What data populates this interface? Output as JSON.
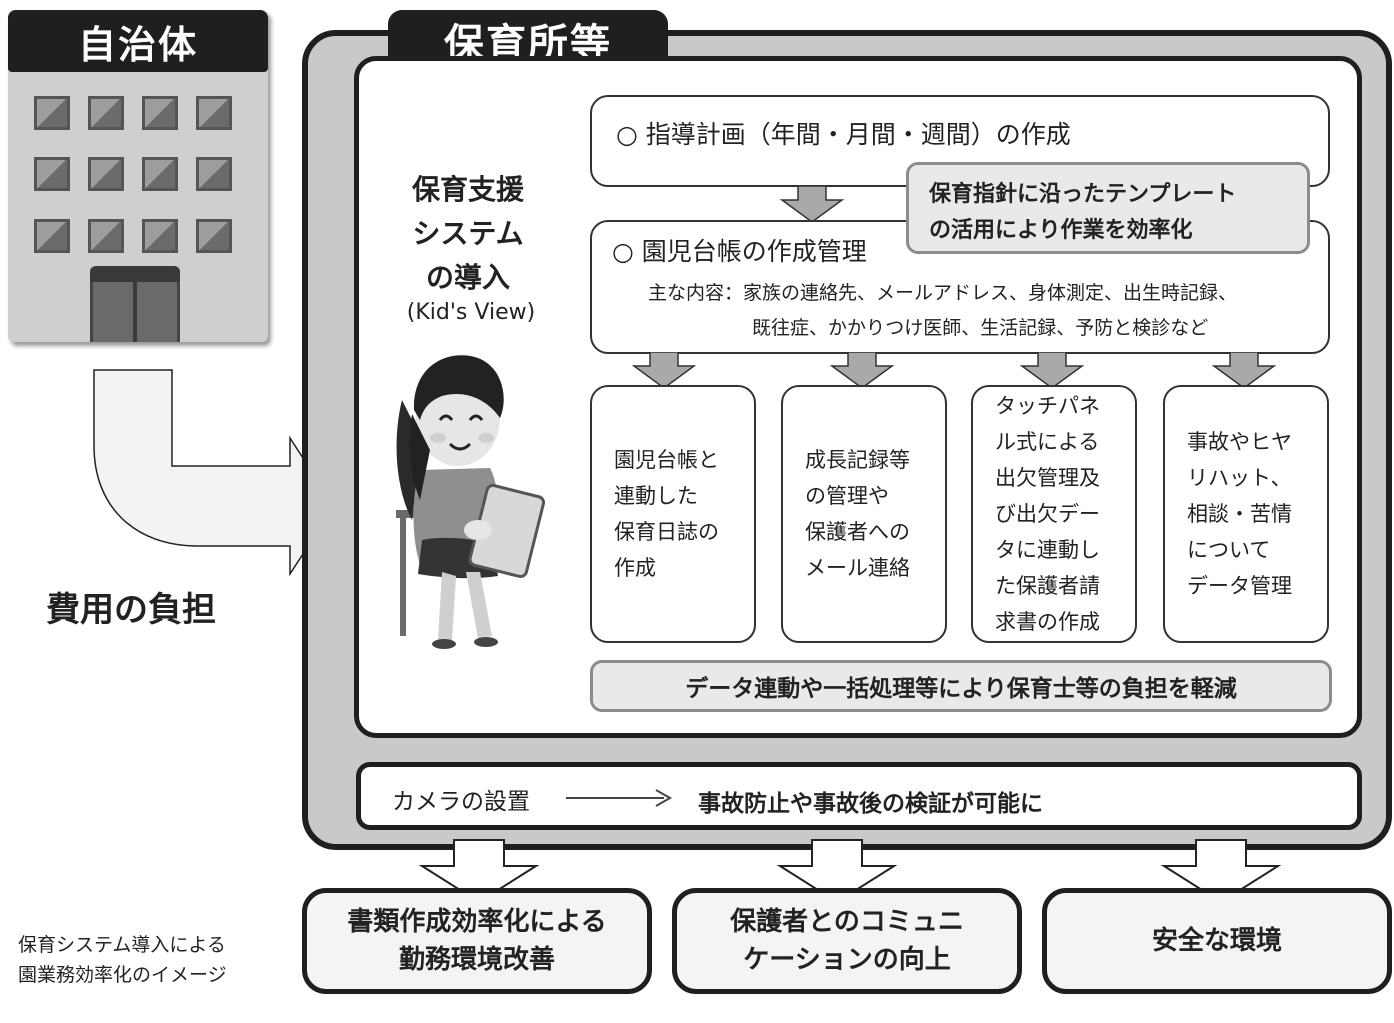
{
  "municipality": {
    "label": "自治体"
  },
  "facility": {
    "label": "保育所等"
  },
  "system": {
    "title": "保育支援\nシステム\nの導入",
    "subtitle": "(Kid's View)"
  },
  "cost": {
    "label": "費用の負担"
  },
  "plan": {
    "text": "○ 指導計画（年間・月間・週間）の作成"
  },
  "ledger": {
    "title": "○ 園児台帳の作成管理",
    "line1": "主な内容：家族の連絡先、メールアドレス、身体測定、出生時記録、",
    "line2": "既往症、かかりつけ医師、生活記録、予防と検診など"
  },
  "callout": {
    "text": "保育指針に沿ったテンプレート\nの活用により作業を効率化"
  },
  "features": [
    {
      "text": "園児台帳と\n連動した\n保育日誌の\n作成"
    },
    {
      "text": "成長記録等\nの管理や\n保護者への\nメール連絡"
    },
    {
      "text": "タッチパネ\nル式による\n出欠管理及\nび出欠デー\nタに連動し\nた保護者請\n求書の作成"
    },
    {
      "text": "事故やヒヤ\nリハット、\n相談・苦情\nについて\nデータ管理"
    }
  ],
  "summary": {
    "text": "データ連動や一括処理等により保育士等の負担を軽減"
  },
  "camera": {
    "label": "カメラの設置",
    "result": "事故防止や事故後の検証が可能に"
  },
  "outcomes": [
    {
      "text": "書類作成効率化による\n勤務環境改善"
    },
    {
      "text": "保護者とのコミュニ\nケーションの向上"
    },
    {
      "text": "安全な環境"
    }
  ],
  "caption": {
    "text": "保育システム導入による\n園業務効率化のイメージ"
  },
  "colors": {
    "dark": "#1f1f1f",
    "panel": "#c9c9c9",
    "callout_bg": "#e9e9e9"
  }
}
